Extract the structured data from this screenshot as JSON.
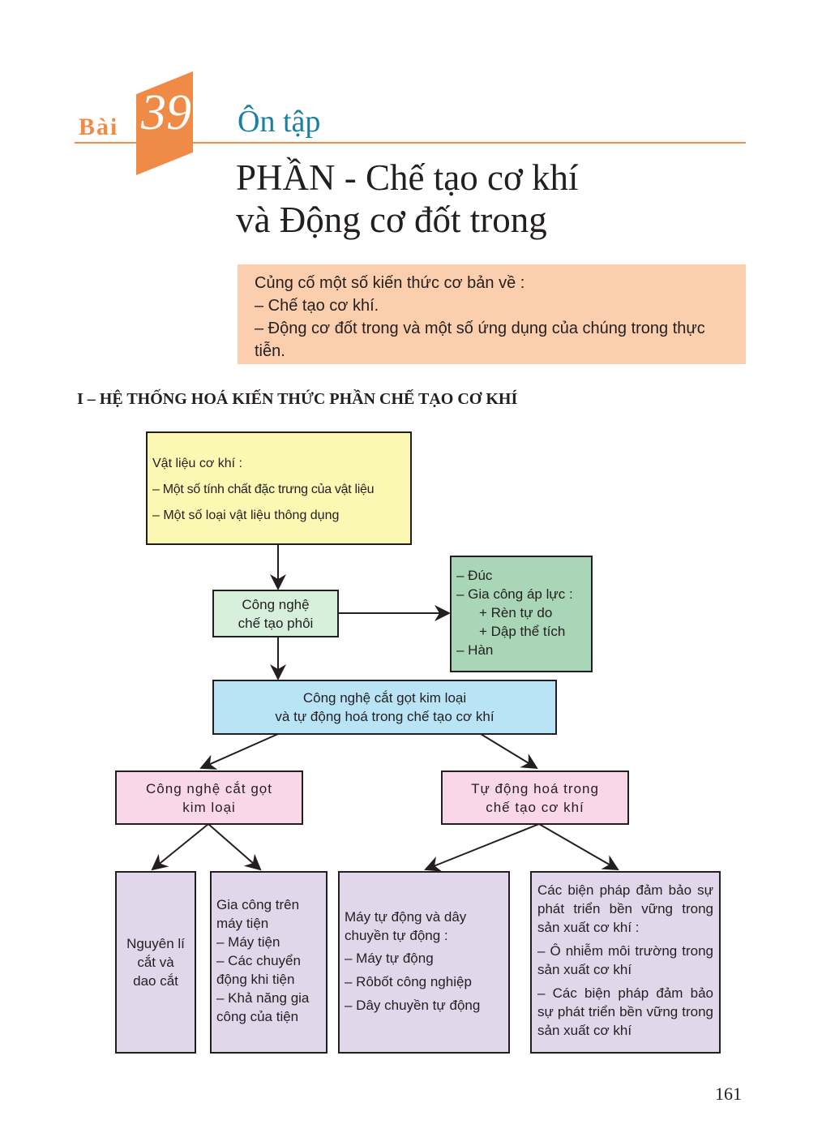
{
  "lesson": {
    "label": "Bài",
    "number": "39",
    "subtitle": "Ôn tập",
    "title_line1": "PHẦN - Chế tạo cơ khí",
    "title_line2": "và Động cơ đốt trong"
  },
  "objectives": [
    "Củng cố một số kiến thức cơ bản về :",
    "– Chế tạo cơ khí.",
    "– Động cơ đốt trong và một số ứng dụng của chúng trong thực tiễn."
  ],
  "section_heading": "I – HỆ THỐNG HOÁ KIẾN THỨC PHẦN CHẾ TẠO CƠ KHÍ",
  "diagram": {
    "materials": [
      "Vật liệu cơ khí :",
      "– Một số tính chất đặc trưng của vật liệu",
      "– Một số loại vật liệu thông dụng"
    ],
    "blank": [
      "Công nghệ",
      "chế tạo phôi"
    ],
    "blank_methods": [
      "– Đúc",
      "– Gia công áp lực :",
      "+ Rèn tự do",
      "+ Dập thể tích",
      "– Hàn"
    ],
    "cutting_auto": [
      "Công nghệ cắt gọt kim loại",
      "và tự động hoá trong chế tạo cơ khí"
    ],
    "cutting": [
      "Công nghệ cắt gọt",
      "kim loại"
    ],
    "automation": [
      "Tự động hoá trong",
      "chế tạo cơ khí"
    ],
    "principle": [
      "Nguyên lí",
      "cắt và",
      "dao cắt"
    ],
    "lathe": [
      "Gia công trên",
      "máy tiện",
      "– Máy tiện",
      "– Các chuyển",
      "động khi tiện",
      "– Khả năng gia",
      "công của tiện"
    ],
    "machines": [
      "Máy tự động và dây chuyền tự động :",
      "– Máy tự động",
      "– Rôbốt công nghiệp",
      "– Dây chuyền tự động"
    ],
    "sustainable": [
      "Các biện pháp đảm bảo sự phát triển bền vững trong sản xuất cơ khí :",
      "– Ô nhiễm môi trường trong sản xuất cơ khí",
      "– Các biện pháp đảm bảo sự phát triển bền vững trong sản xuất cơ khí"
    ]
  },
  "page_number": "161",
  "colors": {
    "accent": "#f08a47",
    "teal": "#1a7fa0",
    "peach": "#fbcfae",
    "yellow": "#fbf8b3",
    "lightgreen": "#d6f0dc",
    "green": "#a9d6b6",
    "blue": "#b9e4f6",
    "pink": "#f9d7e8",
    "purple": "#e2d7ea"
  }
}
